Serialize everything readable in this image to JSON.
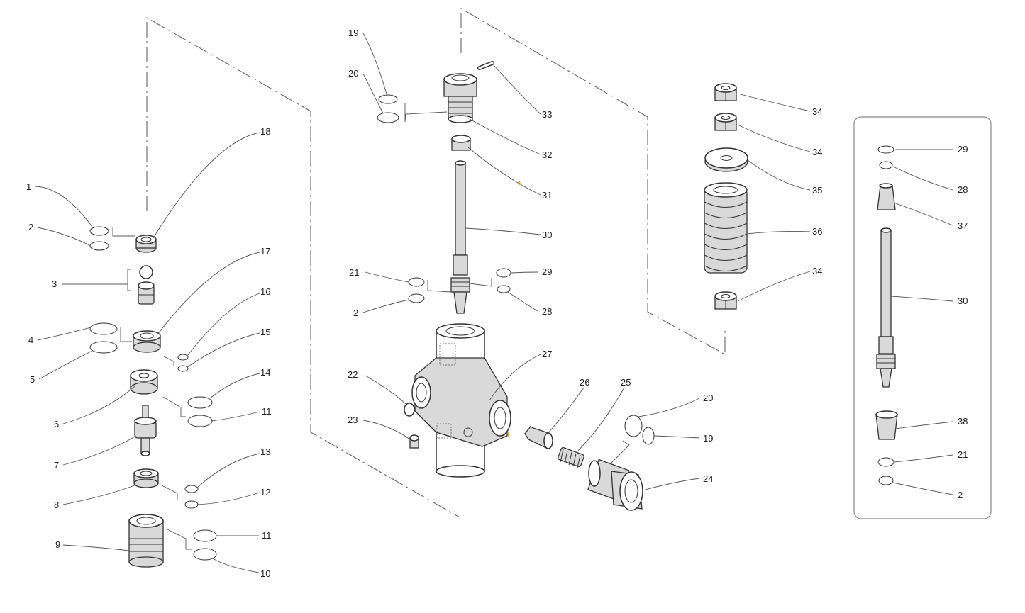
{
  "callouts": {
    "c1": "1",
    "c2": "2",
    "c3": "3",
    "c4": "4",
    "c5": "5",
    "c6": "6",
    "c7": "7",
    "c8": "8",
    "c9": "9",
    "c10": "10",
    "c11a": "11",
    "c11b": "11",
    "c12": "12",
    "c13": "13",
    "c14": "14",
    "c15": "15",
    "c16": "16",
    "c17": "17",
    "c18": "18",
    "m19": "19",
    "m20": "20",
    "m33": "33",
    "m32": "32",
    "m31": "31",
    "m30": "30",
    "m21": "21",
    "m2": "2",
    "m29": "29",
    "m28": "28",
    "m27": "27",
    "m22": "22",
    "m23": "23",
    "m26": "26",
    "m25": "25",
    "m20b": "20",
    "m19b": "19",
    "m24": "24",
    "s34a": "34",
    "s34b": "34",
    "s35": "35",
    "s36": "36",
    "s34c": "34",
    "b29": "29",
    "b28": "28",
    "b37": "37",
    "b30": "30",
    "b38": "38",
    "b21": "21",
    "b2": "2"
  },
  "colors": {
    "line": "#555555",
    "outline": "#333333",
    "shade": "#d9d9d9",
    "marker": "#e8a000"
  }
}
